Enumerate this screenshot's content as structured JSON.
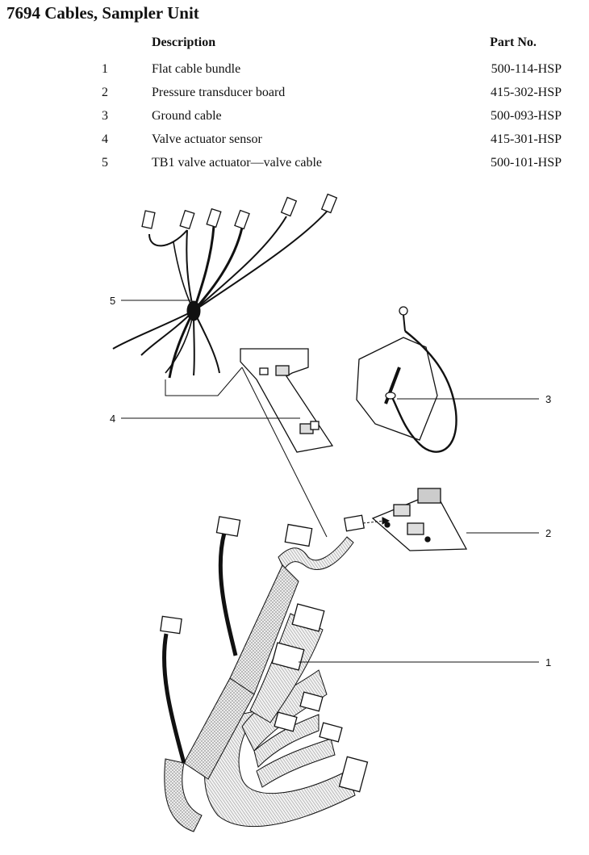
{
  "title": "7694 Cables, Sampler Unit",
  "table": {
    "headers": {
      "number": "",
      "description": "Description",
      "part_no": "Part No."
    },
    "rows": [
      {
        "num": "1",
        "description": "Flat cable bundle",
        "part_no": "500-114-HSP"
      },
      {
        "num": "2",
        "description": "Pressure transducer board",
        "part_no": "415-302-HSP"
      },
      {
        "num": "3",
        "description": "Ground cable",
        "part_no": "500-093-HSP"
      },
      {
        "num": "4",
        "description": "Valve actuator sensor",
        "part_no": "415-301-HSP"
      },
      {
        "num": "5",
        "description": "TB1 valve actuator—valve cable",
        "part_no": "500-101-HSP"
      }
    ]
  },
  "callouts": [
    "1",
    "2",
    "3",
    "4",
    "5"
  ]
}
